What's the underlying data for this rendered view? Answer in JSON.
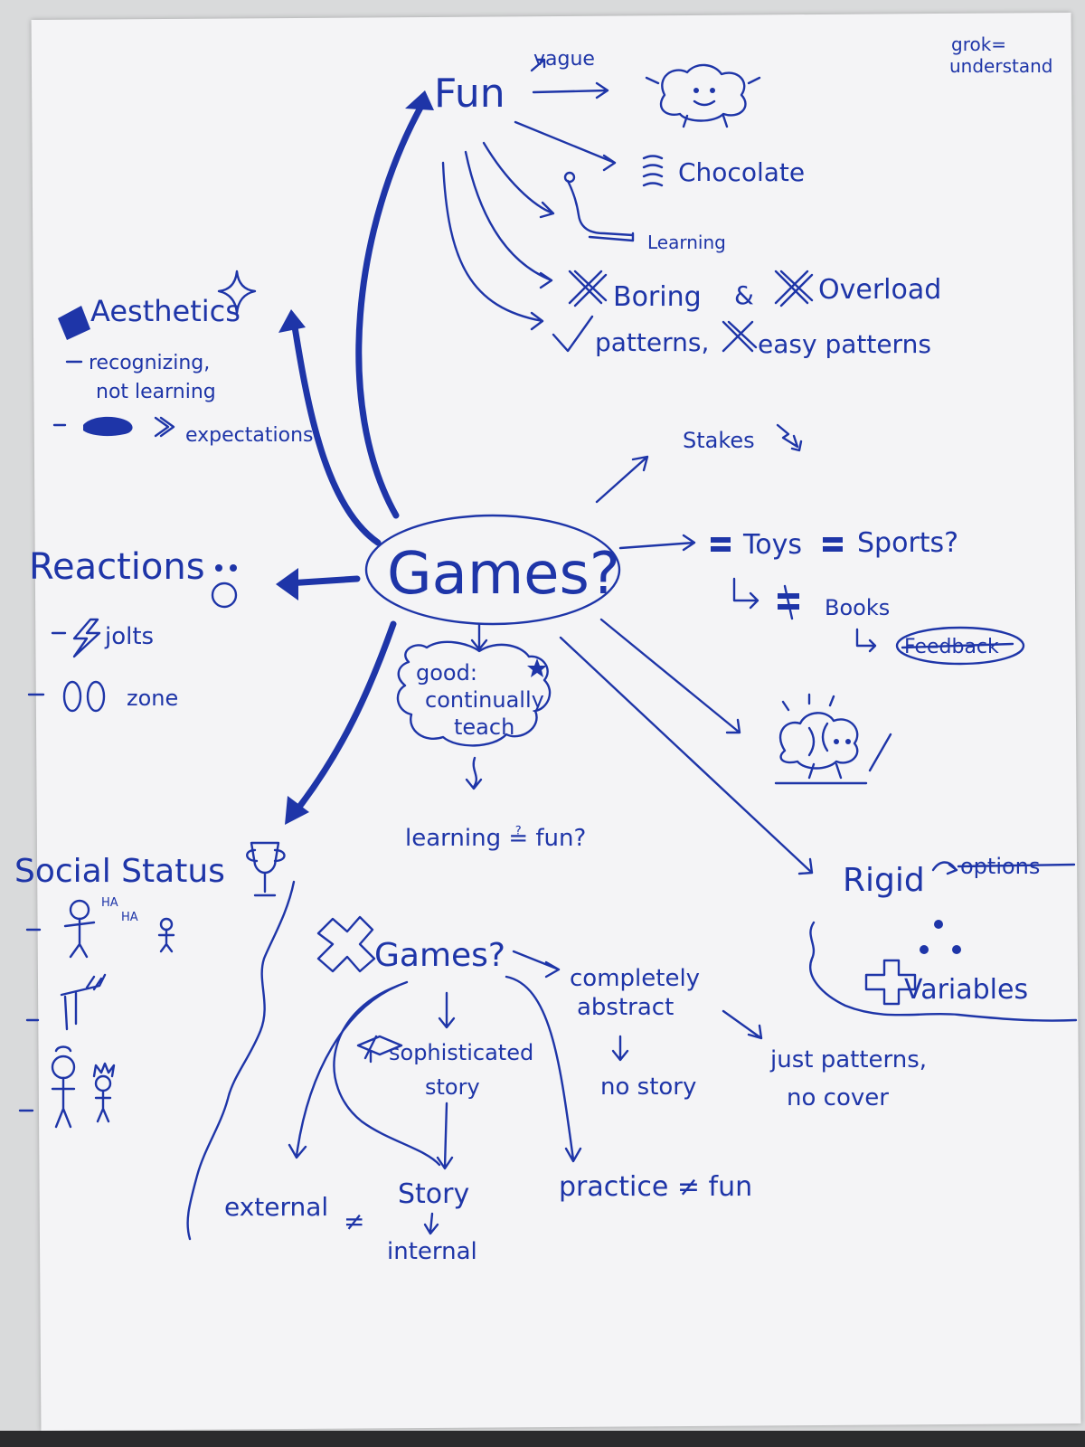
{
  "title_note": {
    "line1": "grok=",
    "line2": "understand"
  },
  "center": {
    "label": "Games?"
  },
  "fun": {
    "label": "Fun",
    "vague": "vague",
    "chocolate": "Chocolate",
    "learning": "Learning",
    "boring": "Boring",
    "amp": "&",
    "overload": "Overload",
    "patterns": "patterns,",
    "easy_patterns": "easy patterns"
  },
  "aesthetics": {
    "label": "Aesthetics",
    "item1_line1": "recognizing,",
    "item1_line2": "not learning",
    "item2": "expectations"
  },
  "reactions": {
    "label": "Reactions",
    "item1": "jolts",
    "item2": "zone"
  },
  "right": {
    "stakes": "Stakes",
    "toys": "Toys",
    "sports": "Sports?",
    "books": "Books",
    "feedback": "Feedback",
    "rigid": "Rigid",
    "options": "options",
    "variables": "Variables"
  },
  "good": {
    "line1": "good:",
    "line2": "continually",
    "line3": "teach",
    "conclusion": "learning ≟ fun?"
  },
  "social": {
    "label": "Social Status",
    "ha1": "HA",
    "ha2": "HA"
  },
  "not_games": {
    "label": "Games?",
    "abstract_line1": "completely",
    "abstract_line2": "abstract",
    "no_story": "no story",
    "just_patterns": "just patterns,",
    "no_cover": "no cover",
    "soph_line1": "sophisticated",
    "soph_line2": "story",
    "story": "Story",
    "internal": "internal",
    "external": "external",
    "neq1": "≠",
    "practice": "practice ≠ fun"
  }
}
